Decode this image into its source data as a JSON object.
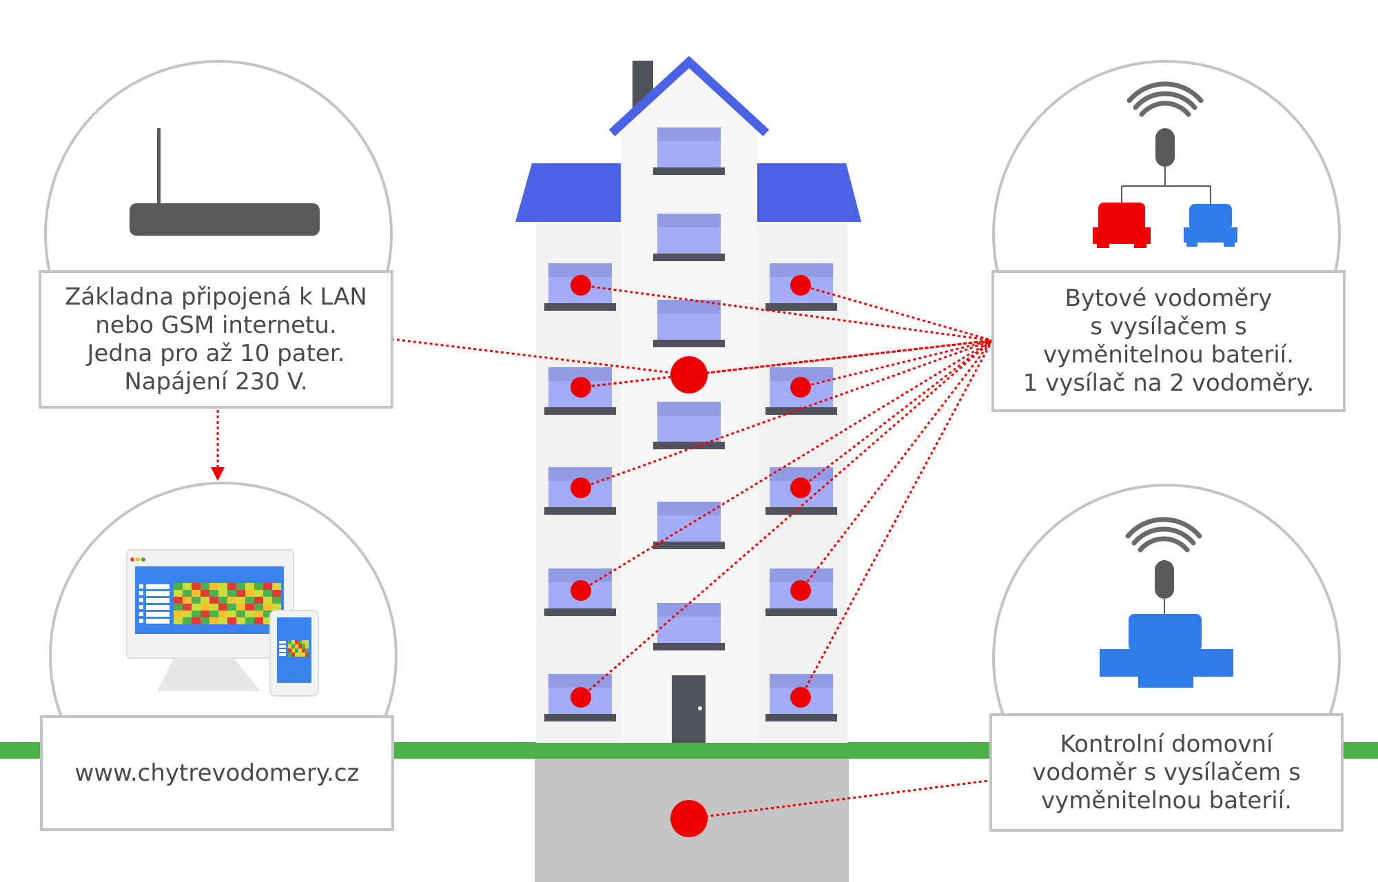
{
  "colors": {
    "ground": "#4cb248",
    "basement": "#c4c4c4",
    "roof": "#4a63e6",
    "window": "#a3adf7",
    "window_top": "#929be4",
    "sill": "#50525c",
    "wall": "#f4f4f4",
    "chimney": "#50525c",
    "door": "#50525c",
    "signal_dot": "#f00000",
    "signal_line": "#f00000",
    "router": "#595959",
    "meter_hot": "#f00000",
    "meter_cold": "#2f7be8",
    "wifi": "#6a6a6a",
    "circle_outline": "#c4c4c4"
  },
  "base_station": {
    "icon": "router-icon",
    "lines": [
      "Základna připojená k LAN",
      "nebo GSM internetu.",
      "Jedna pro až 10 pater.",
      "Napájení 230 V."
    ]
  },
  "apartment_meters": {
    "icon": "water-meter-pair-icon",
    "lines": [
      "Bytové vodoměry",
      "s vysílačem s",
      "vyměnitelnou baterií.",
      "1 vysílač na 2 vodoměry."
    ]
  },
  "web_portal": {
    "icon": "computer-and-phone-icon",
    "lines": [
      "www.chytrevodomery.cz"
    ]
  },
  "main_meter": {
    "icon": "main-water-meter-icon",
    "lines": [
      "Kontrolní domovní",
      "vodoměr s vysílačem s",
      "vyměnitelnou baterií."
    ]
  }
}
